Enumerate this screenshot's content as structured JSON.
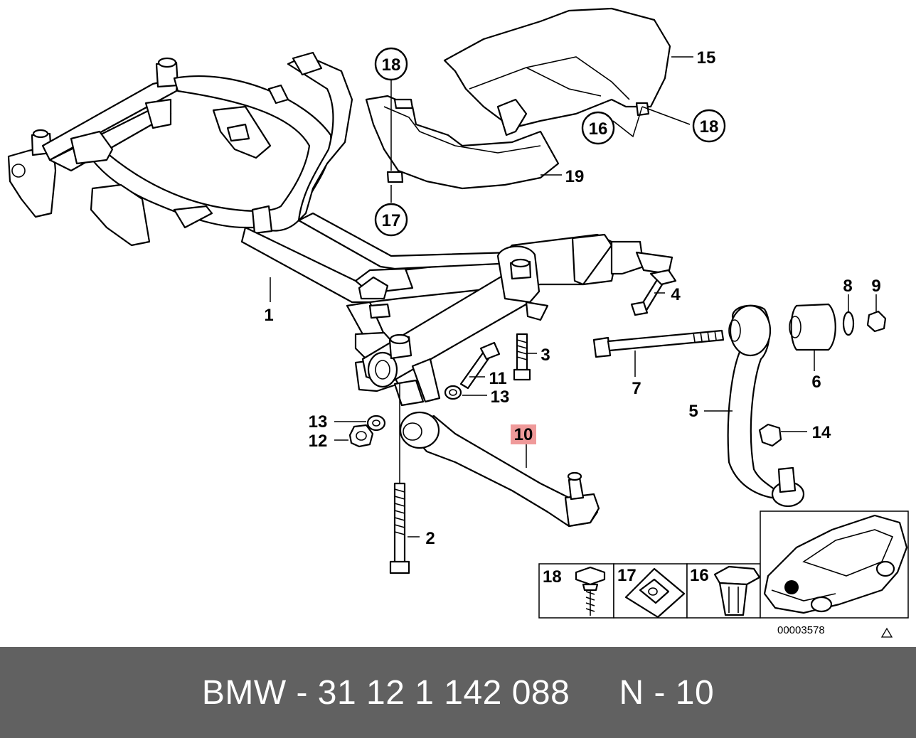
{
  "callouts": {
    "c1": "1",
    "c2": "2",
    "c3": "3",
    "c4": "4",
    "c5": "5",
    "c6": "6",
    "c7": "7",
    "c8": "8",
    "c9": "9",
    "c10": "10",
    "c11": "11",
    "c12": "12",
    "c13a": "13",
    "c13b": "13",
    "c14": "14",
    "c15": "15",
    "c16": "16",
    "c17": "17",
    "c18a": "18",
    "c18b": "18",
    "c19": "19"
  },
  "highlight_color": "#ef9a9a",
  "insets": {
    "i18": "18",
    "i17": "17",
    "i16": "16"
  },
  "diagram_number": "00003578",
  "footer_text": "BMW - 31 12 1 142 088     N - 10"
}
